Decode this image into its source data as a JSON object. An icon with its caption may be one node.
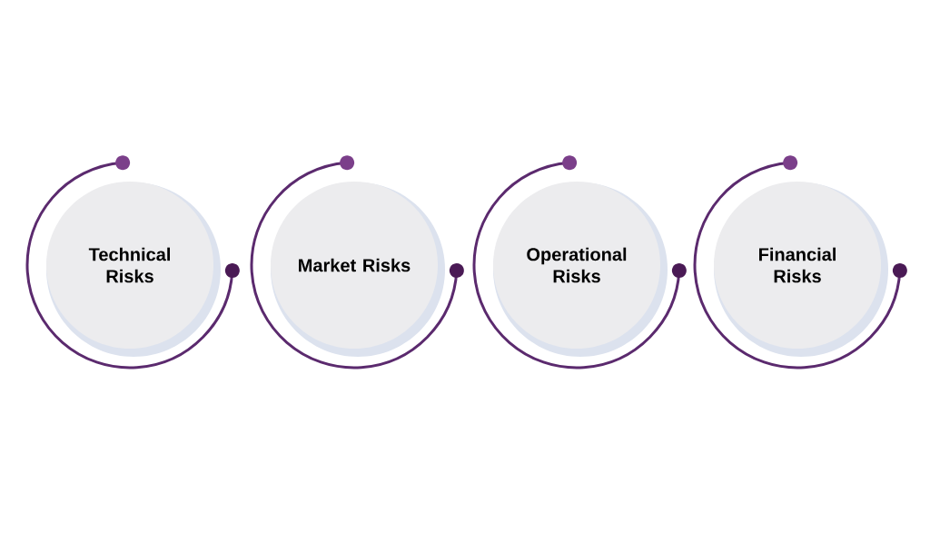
{
  "diagram": {
    "nodes": [
      {
        "text": [
          "Technical Risks"
        ]
      },
      {
        "text": [
          "Market Risks"
        ]
      },
      {
        "text": [
          "Operational Risks"
        ]
      },
      {
        "text": [
          "Financial Risks"
        ]
      }
    ]
  }
}
